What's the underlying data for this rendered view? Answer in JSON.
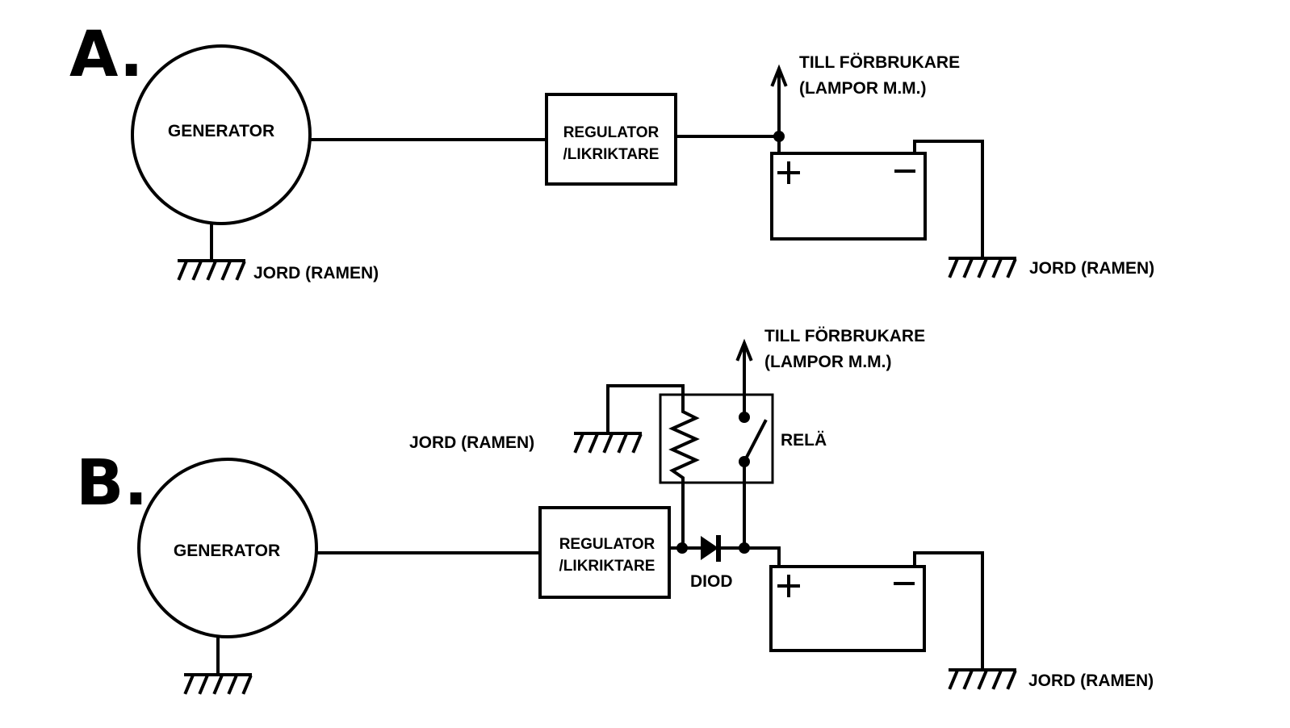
{
  "diagram_a": {
    "letter": "A.",
    "generator": "GENERATOR",
    "regulator_line1": "REGULATOR",
    "regulator_line2": "/LIKRIKTARE",
    "load_line1": "TILL FÖRBRUKARE",
    "load_line2": "(LAMPOR M.M.)",
    "ground_label_left": "JORD (RAMEN)",
    "ground_label_right": "JORD (RAMEN)",
    "battery_plus": "+",
    "battery_minus": "−"
  },
  "diagram_b": {
    "letter": "B.",
    "generator": "GENERATOR",
    "regulator_line1": "REGULATOR",
    "regulator_line2": "/LIKRIKTARE",
    "load_line1": "TILL FÖRBRUKARE",
    "load_line2": "(LAMPOR M.M.)",
    "relay_ground_label": "JORD (RAMEN)",
    "relay_label": "RELÄ",
    "diode_label": "DIOD",
    "ground_label_right": "JORD (RAMEN)",
    "battery_plus": "+",
    "battery_minus": "−"
  }
}
